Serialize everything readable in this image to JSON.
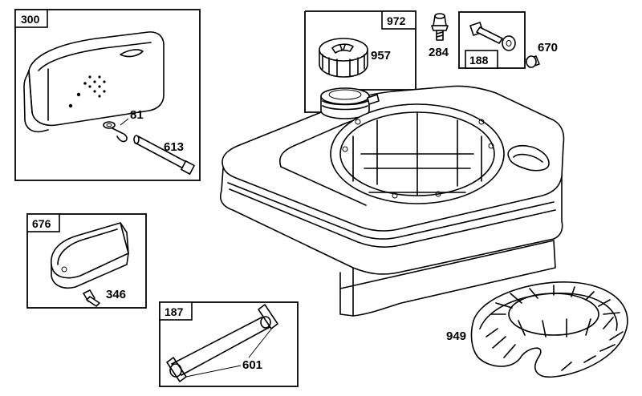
{
  "diagram": {
    "boxes": [
      {
        "id": "box-300",
        "label": "300"
      },
      {
        "id": "box-972",
        "label": "972"
      },
      {
        "id": "box-188",
        "label": "188"
      },
      {
        "id": "box-676",
        "label": "676"
      },
      {
        "id": "box-187",
        "label": "187"
      }
    ],
    "parts": {
      "p81": "81",
      "p613": "613",
      "p957": "957",
      "p284": "284",
      "p670": "670",
      "p346": "346",
      "p601": "601",
      "p949": "949"
    }
  }
}
